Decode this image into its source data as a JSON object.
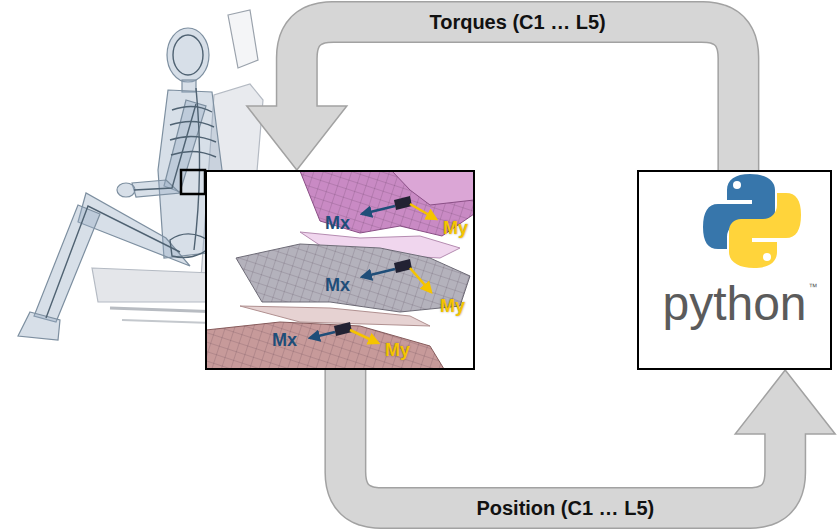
{
  "diagram": {
    "nodes": [
      {
        "text": [
          "Mx",
          "My",
          "Mx",
          "My",
          "Mx",
          "My"
        ]
      },
      {
        "text": [
          "python",
          "™"
        ]
      }
    ],
    "edges": [
      {
        "from": 1,
        "to": 0,
        "arrow": "to",
        "label": "Torques (C1 … L5)"
      },
      {
        "from": 0,
        "to": 1,
        "arrow": "to",
        "label": "Position (C1 … L5)"
      }
    ]
  }
}
